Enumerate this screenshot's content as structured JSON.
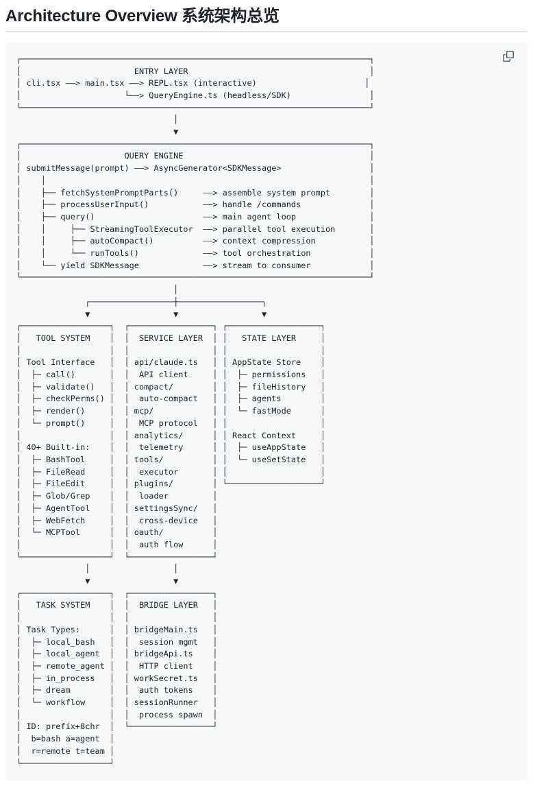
{
  "heading": {
    "text": "Architecture Overview 系统架构总览"
  },
  "code_block": {
    "copy_icon": "copy-icon",
    "lines": [
      "┌───────────────────────────────────────────────────────────────────────┐",
      "│                       ENTRY LAYER                                     │",
      "│ cli.tsx ——> main.tsx ——> REPL.tsx (interactive)                      │",
      "│                     └——> QueryEngine.ts (headless/SDK)                │",
      "└───────────────────────────────────────────────────────────────────────┘",
      "                                │",
      "                                ▼",
      "┌───────────────────────────────────────────────────────────────────────┐",
      "│                     QUERY ENGINE                                      │",
      "│ submitMessage(prompt) ——> AsyncGenerator<SDKMessage>                  │",
      "│    │                                                                  │",
      "│    ├── fetchSystemPromptParts()     ——> assemble system prompt        │",
      "│    ├── processUserInput()           ——> handle /commands              │",
      "│    ├── query()                      ——> main agent loop               │",
      "│    │     ├── StreamingToolExecutor  ——> parallel tool execution       │",
      "│    │     ├── autoCompact()          ——> context compression           │",
      "│    │     └── runTools()             ——> tool orchestration            │",
      "│    └── yield SDKMessage             ——> stream to consumer            │",
      "└───────────────────────────────────────────────────────────────────────┘",
      "                                │",
      "              ┌─────────────────┼─────────────────┐",
      "              ▼                 ▼                 ▼",
      "┌──────────────────┐  ┌─────────────────┐ ┌───────────────────┐",
      "│   TOOL SYSTEM    │  │  SERVICE LAYER  │ │   STATE LAYER     │",
      "│                  │  │                 │ │                   │",
      "│ Tool Interface   │  │ api/claude.ts   │ │ AppState Store    │",
      "│  ├─ call()       │  │  API client     │ │  ├─ permissions   │",
      "│  ├─ validate()   │  │ compact/        │ │  ├─ fileHistory   │",
      "│  ├─ checkPerms() │  │  auto-compact   │ │  ├─ agents        │",
      "│  ├─ render()     │  │ mcp/            │ │  └─ fastMode      │",
      "│  └─ prompt()     │  │  MCP protocol   │ │                   │",
      "│                  │  │ analytics/      │ │ React Context     │",
      "│ 40+ Built-in:    │  │  telemetry      │ │  ├─ useAppState   │",
      "│  ├─ BashTool     │  │ tools/          │ │  └─ useSetState   │",
      "│  ├─ FileRead     │  │  executor       │ │                   │",
      "│  ├─ FileEdit     │  │ plugins/        │ └───────────────────┘",
      "│  ├─ Glob/Grep    │  │  loader         │",
      "│  ├─ AgentTool    │  │ settingsSync/   │",
      "│  ├─ WebFetch     │  │  cross-device   │",
      "│  └─ MCPTool      │  │ oauth/          │",
      "│                  │  │  auth flow      │",
      "└──────────────────┘  └─────────────────┘",
      "              │                 │",
      "              ▼                 ▼",
      "┌──────────────────┐  ┌─────────────────┐",
      "│   TASK SYSTEM    │  │  BRIDGE LAYER   │",
      "│                  │  │                 │",
      "│ Task Types:      │  │ bridgeMain.ts   │",
      "│  ├─ local_bash   │  │  session mgmt   │",
      "│  ├─ local_agent  │  │ bridgeApi.ts    │",
      "│  ├─ remote_agent │  │  HTTP client    │",
      "│  ├─ in_process   │  │ workSecret.ts   │",
      "│  ├─ dream        │  │  auth tokens    │",
      "│  └─ workflow     │  │ sessionRunner   │",
      "│                  │  │  process spawn  │",
      "│ ID: prefix+8chr  │  └─────────────────┘",
      "│  b=bash a=agent  │",
      "│  r=remote t=team │",
      "└──────────────────┘"
    ]
  },
  "colors": {
    "page_background": "#ffffff",
    "text": "#1f2328",
    "code_background": "#f6f8fa",
    "heading_rule": "#d8dee4",
    "copy_icon": "#59636e"
  }
}
